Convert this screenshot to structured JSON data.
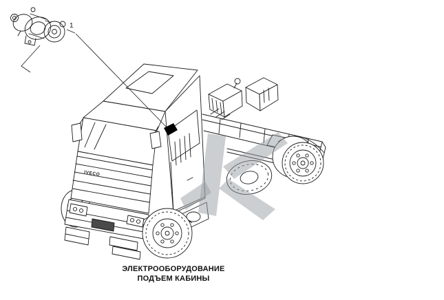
{
  "figure": {
    "background_color": "#ffffff",
    "line_color": "#1a1a1a",
    "watermark_color": "#9aa0a5",
    "callout": {
      "label": "1"
    },
    "truck": {
      "brand_badge": "IVECO"
    },
    "caption": {
      "line1": "ЭЛЕКТРООБОРУДОВАНИЕ",
      "line2": "ПОДЪЕМ КАБИНЫ"
    }
  }
}
